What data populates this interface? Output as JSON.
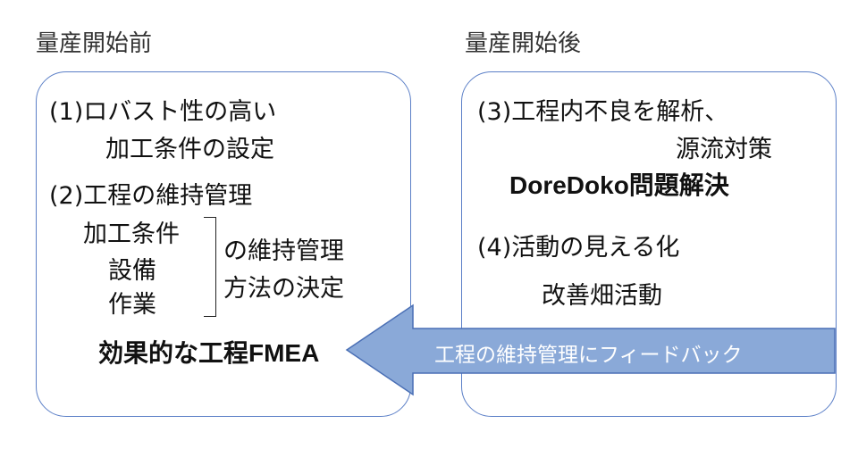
{
  "headings": {
    "before": "量産開始前",
    "after": "量産開始後"
  },
  "left_box": {
    "item1_line1": "(1)ロバスト性の高い",
    "item1_line2": "加工条件の設定",
    "item2": "(2)工程の維持管理",
    "list": [
      "加工条件",
      "設備",
      "作業"
    ],
    "bracket_line1": "の維持管理",
    "bracket_line2": "方法の決定",
    "result": "効果的な工程FMEA"
  },
  "right_box": {
    "item3_line1": "(3)工程内不良を解析、",
    "item3_line2": "源流対策",
    "item3_method": "DoreDoko問題解決",
    "item4": "(4)活動の見える化",
    "item4_method": "改善畑活動"
  },
  "arrow": {
    "label": "工程の維持管理にフィードバック",
    "fill": "#8aa9d8",
    "stroke": "#4a6fb5"
  },
  "colors": {
    "box_border": "#5b7fc7"
  }
}
